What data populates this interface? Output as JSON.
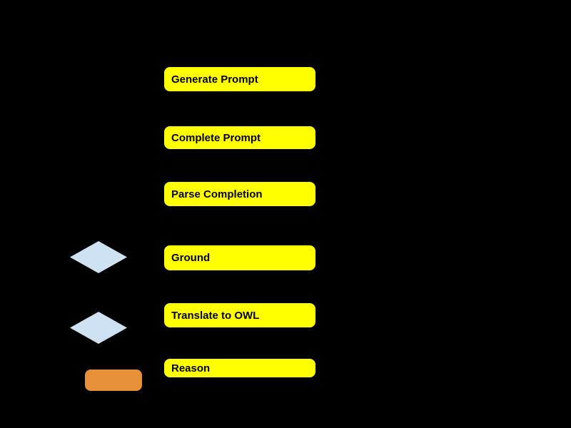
{
  "colors": {
    "background": "#000000",
    "step-fill": "#ffff00",
    "step-border": "#000000",
    "step-text": "#000000",
    "diamond-fill": "#cfe2f3",
    "accent-fill": "#e69138"
  },
  "flowchart": {
    "steps": [
      {
        "label": "Generate Prompt"
      },
      {
        "label": "Complete Prompt"
      },
      {
        "label": "Parse Completion"
      },
      {
        "label": "Ground"
      },
      {
        "label": "Translate to OWL"
      },
      {
        "label": "Reason"
      }
    ],
    "decisions": [
      {
        "label": ""
      },
      {
        "label": ""
      }
    ],
    "legend_box": {
      "label": ""
    }
  }
}
